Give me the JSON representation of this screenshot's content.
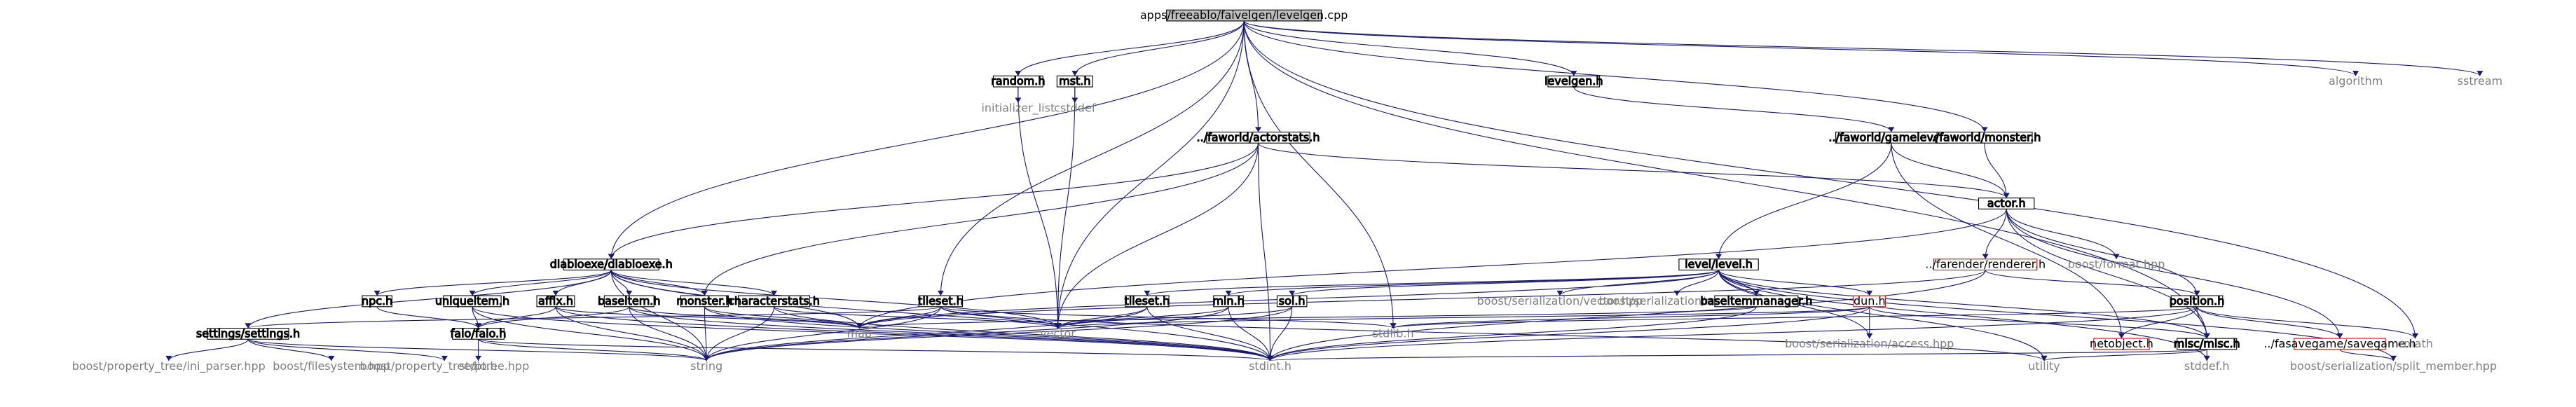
{
  "graph": {
    "colors": {
      "edge": "#191970",
      "root_fill": "#bfbfbf",
      "node_border": "#000000",
      "truncated_border": "#ff0000",
      "system_header_text": "#7f7f7f",
      "text": "#000000"
    },
    "nodes": [
      {
        "id": "root",
        "label": "apps/freeablo/faivelgen/levelgen.cpp",
        "kind": "root"
      },
      {
        "id": "random_h",
        "label": "random.h",
        "kind": "box"
      },
      {
        "id": "mst_h",
        "label": "mst.h",
        "kind": "box"
      },
      {
        "id": "levelgen_h",
        "label": "levelgen.h",
        "kind": "box"
      },
      {
        "id": "algorithm",
        "label": "algorithm",
        "kind": "sys"
      },
      {
        "id": "sstream",
        "label": "sstream",
        "kind": "sys"
      },
      {
        "id": "init_list",
        "label": "initializer_list",
        "kind": "sys"
      },
      {
        "id": "cstddef",
        "label": "cstddef",
        "kind": "sys"
      },
      {
        "id": "actorstats_h",
        "label": "../faworld/actorstats.h",
        "kind": "box"
      },
      {
        "id": "gamelevel_h",
        "label": "../faworld/gamelevel.h",
        "kind": "box"
      },
      {
        "id": "fw_monster_h",
        "label": "../faworld/monster.h",
        "kind": "box"
      },
      {
        "id": "actor_h",
        "label": "actor.h",
        "kind": "box"
      },
      {
        "id": "diabloexe_h",
        "label": "diabloexe/diabloexe.h",
        "kind": "box"
      },
      {
        "id": "renderer_h",
        "label": "../farender/renderer.h",
        "kind": "trunc"
      },
      {
        "id": "boost_format",
        "label": "boost/format.hpp",
        "kind": "sys"
      },
      {
        "id": "level_h",
        "label": "level/level.h",
        "kind": "box"
      },
      {
        "id": "npc_h",
        "label": "npc.h",
        "kind": "box"
      },
      {
        "id": "uniqueitem_h",
        "label": "uniqueitem.h",
        "kind": "box"
      },
      {
        "id": "affix_h",
        "label": "affix.h",
        "kind": "box"
      },
      {
        "id": "baseitem_h",
        "label": "baseitem.h",
        "kind": "box"
      },
      {
        "id": "monster_h",
        "label": "monster.h",
        "kind": "box"
      },
      {
        "id": "charstats_h",
        "label": "characterstats.h",
        "kind": "box"
      },
      {
        "id": "tileset_h1",
        "label": "tileset.h",
        "kind": "box"
      },
      {
        "id": "tileset_h2",
        "label": "tileset.h",
        "kind": "box"
      },
      {
        "id": "min_h",
        "label": "min.h",
        "kind": "box"
      },
      {
        "id": "sol_h",
        "label": "sol.h",
        "kind": "box"
      },
      {
        "id": "ser_vector",
        "label": "boost/serialization/vector.hpp",
        "kind": "sys"
      },
      {
        "id": "ser_map",
        "label": "boost/serialization/map.hpp",
        "kind": "sys"
      },
      {
        "id": "baseitemmgr_h",
        "label": "baseitemmanager.h",
        "kind": "box"
      },
      {
        "id": "dun_h",
        "label": "dun.h",
        "kind": "trunc"
      },
      {
        "id": "position_h",
        "label": "position.h",
        "kind": "box"
      },
      {
        "id": "settings_h",
        "label": "settings/settings.h",
        "kind": "box"
      },
      {
        "id": "faio_h",
        "label": "faio/faio.h",
        "kind": "box"
      },
      {
        "id": "map",
        "label": "map",
        "kind": "sys"
      },
      {
        "id": "vector",
        "label": "vector",
        "kind": "sys"
      },
      {
        "id": "stdlib_h",
        "label": "stdlib.h",
        "kind": "sys"
      },
      {
        "id": "ser_access",
        "label": "boost/serialization/access.hpp",
        "kind": "sys"
      },
      {
        "id": "netobject_h",
        "label": "netobject.h",
        "kind": "trunc"
      },
      {
        "id": "misc_h",
        "label": "misc/misc.h",
        "kind": "box"
      },
      {
        "id": "savegame_h",
        "label": "../fasavegame/savegame.h",
        "kind": "trunc"
      },
      {
        "id": "cmath",
        "label": "cmath",
        "kind": "sys"
      },
      {
        "id": "ini_parser",
        "label": "boost/property_tree/ini_parser.hpp",
        "kind": "sys"
      },
      {
        "id": "filesystem",
        "label": "boost/filesystem.hpp",
        "kind": "sys"
      },
      {
        "id": "ptree",
        "label": "boost/property_tree/ptree.hpp",
        "kind": "sys"
      },
      {
        "id": "stdio_h",
        "label": "stdio.h",
        "kind": "sys"
      },
      {
        "id": "string",
        "label": "string",
        "kind": "sys"
      },
      {
        "id": "stdint_h",
        "label": "stdint.h",
        "kind": "sys"
      },
      {
        "id": "utility",
        "label": "utility",
        "kind": "sys"
      },
      {
        "id": "stddef_h",
        "label": "stddef.h",
        "kind": "sys"
      },
      {
        "id": "split_member",
        "label": "boost/serialization/split_member.hpp",
        "kind": "sys"
      }
    ],
    "edges": [
      [
        "root",
        "random_h"
      ],
      [
        "root",
        "mst_h"
      ],
      [
        "root",
        "levelgen_h"
      ],
      [
        "root",
        "algorithm"
      ],
      [
        "root",
        "sstream"
      ],
      [
        "root",
        "actorstats_h"
      ],
      [
        "root",
        "diabloexe_h"
      ],
      [
        "root",
        "tileset_h1"
      ],
      [
        "root",
        "vector"
      ],
      [
        "root",
        "stdlib_h"
      ],
      [
        "root",
        "misc_h"
      ],
      [
        "root",
        "cmath"
      ],
      [
        "root",
        "fw_monster_h"
      ],
      [
        "random_h",
        "init_list"
      ],
      [
        "random_h",
        "vector"
      ],
      [
        "mst_h",
        "cstddef"
      ],
      [
        "mst_h",
        "vector"
      ],
      [
        "levelgen_h",
        "gamelevel_h"
      ],
      [
        "actorstats_h",
        "diabloexe_h"
      ],
      [
        "actorstats_h",
        "actor_h"
      ],
      [
        "actorstats_h",
        "vector"
      ],
      [
        "actorstats_h",
        "stdint_h"
      ],
      [
        "actorstats_h",
        "monster_h"
      ],
      [
        "gamelevel_h",
        "actor_h"
      ],
      [
        "gamelevel_h",
        "level_h"
      ],
      [
        "gamelevel_h",
        "netobject_h"
      ],
      [
        "fw_monster_h",
        "actor_h"
      ],
      [
        "actor_h",
        "renderer_h"
      ],
      [
        "actor_h",
        "boost_format"
      ],
      [
        "actor_h",
        "position_h"
      ],
      [
        "actor_h",
        "misc_h"
      ],
      [
        "actor_h",
        "savegame_h"
      ],
      [
        "actor_h",
        "map"
      ],
      [
        "diabloexe_h",
        "settings_h"
      ],
      [
        "diabloexe_h",
        "npc_h"
      ],
      [
        "diabloexe_h",
        "uniqueitem_h"
      ],
      [
        "diabloexe_h",
        "affix_h"
      ],
      [
        "diabloexe_h",
        "baseitem_h"
      ],
      [
        "diabloexe_h",
        "monster_h"
      ],
      [
        "diabloexe_h",
        "charstats_h"
      ],
      [
        "diabloexe_h",
        "map"
      ],
      [
        "diabloexe_h",
        "vector"
      ],
      [
        "diabloexe_h",
        "string"
      ],
      [
        "diabloexe_h",
        "stdint_h"
      ],
      [
        "renderer_h",
        "stdint_h"
      ],
      [
        "renderer_h",
        "position_h"
      ],
      [
        "renderer_h",
        "map"
      ],
      [
        "level_h",
        "tileset_h2"
      ],
      [
        "level_h",
        "min_h"
      ],
      [
        "level_h",
        "sol_h"
      ],
      [
        "level_h",
        "ser_vector"
      ],
      [
        "level_h",
        "ser_map"
      ],
      [
        "level_h",
        "baseitemmgr_h"
      ],
      [
        "level_h",
        "dun_h"
      ],
      [
        "level_h",
        "map"
      ],
      [
        "level_h",
        "misc_h"
      ],
      [
        "level_h",
        "utility"
      ],
      [
        "level_h",
        "stddef_h"
      ],
      [
        "level_h",
        "ser_access"
      ],
      [
        "level_h",
        "split_member"
      ],
      [
        "npc_h",
        "faio_h"
      ],
      [
        "uniqueitem_h",
        "faio_h"
      ],
      [
        "uniqueitem_h",
        "string"
      ],
      [
        "uniqueitem_h",
        "stdint_h"
      ],
      [
        "affix_h",
        "faio_h"
      ],
      [
        "affix_h",
        "string"
      ],
      [
        "affix_h",
        "stdint_h"
      ],
      [
        "affix_h",
        "map"
      ],
      [
        "baseitem_h",
        "faio_h"
      ],
      [
        "baseitem_h",
        "string"
      ],
      [
        "baseitem_h",
        "stdint_h"
      ],
      [
        "baseitem_h",
        "map"
      ],
      [
        "monster_h",
        "string"
      ],
      [
        "monster_h",
        "stdint_h"
      ],
      [
        "monster_h",
        "map"
      ],
      [
        "charstats_h",
        "string"
      ],
      [
        "charstats_h",
        "stdint_h"
      ],
      [
        "charstats_h",
        "vector"
      ],
      [
        "tileset_h1",
        "settings_h"
      ],
      [
        "tileset_h1",
        "map"
      ],
      [
        "tileset_h1",
        "vector"
      ],
      [
        "tileset_h1",
        "string"
      ],
      [
        "tileset_h1",
        "stdlib_h"
      ],
      [
        "tileset_h1",
        "utility"
      ],
      [
        "tileset_h2",
        "vector"
      ],
      [
        "tileset_h2",
        "stdint_h"
      ],
      [
        "tileset_h2",
        "string"
      ],
      [
        "min_h",
        "vector"
      ],
      [
        "min_h",
        "stdint_h"
      ],
      [
        "min_h",
        "string"
      ],
      [
        "sol_h",
        "vector"
      ],
      [
        "sol_h",
        "stdint_h"
      ],
      [
        "sol_h",
        "string"
      ],
      [
        "baseitemmgr_h",
        "map"
      ],
      [
        "baseitemmgr_h",
        "stdint_h"
      ],
      [
        "dun_h",
        "vector"
      ],
      [
        "dun_h",
        "stdint_h"
      ],
      [
        "dun_h",
        "misc_h"
      ],
      [
        "dun_h",
        "stdlib_h"
      ],
      [
        "dun_h",
        "ser_access"
      ],
      [
        "position_h",
        "netobject_h"
      ],
      [
        "position_h",
        "misc_h"
      ],
      [
        "position_h",
        "savegame_h"
      ],
      [
        "position_h",
        "cmath"
      ],
      [
        "position_h",
        "stdint_h"
      ],
      [
        "position_h",
        "stdlib_h"
      ],
      [
        "misc_h",
        "stdint_h"
      ],
      [
        "misc_h",
        "utility"
      ],
      [
        "misc_h",
        "stddef_h"
      ],
      [
        "savegame_h",
        "split_member"
      ],
      [
        "settings_h",
        "ini_parser"
      ],
      [
        "settings_h",
        "filesystem"
      ],
      [
        "settings_h",
        "ptree"
      ],
      [
        "settings_h",
        "string"
      ],
      [
        "faio_h",
        "stdio_h"
      ],
      [
        "faio_h",
        "string"
      ],
      [
        "faio_h",
        "stdint_h"
      ]
    ]
  }
}
